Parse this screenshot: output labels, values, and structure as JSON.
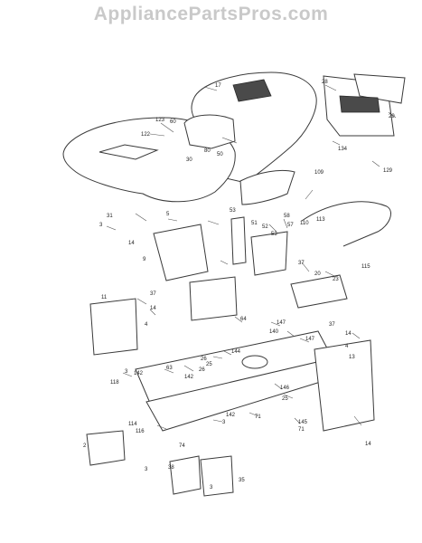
{
  "watermark": "AppliancePartsPros.com",
  "callouts": [
    "17",
    "28",
    "29",
    "134",
    "129",
    "123",
    "60",
    "122",
    "80",
    "50",
    "30",
    "109",
    "110",
    "113",
    "31",
    "3",
    "5",
    "14",
    "9",
    "53",
    "51",
    "52",
    "53",
    "57",
    "58",
    "37",
    "20",
    "23",
    "11",
    "14",
    "4",
    "37",
    "64",
    "147",
    "140",
    "147",
    "14",
    "4",
    "144",
    "26",
    "25",
    "26",
    "142",
    "63",
    "118",
    "3",
    "142",
    "146",
    "25",
    "71",
    "145",
    "71",
    "142",
    "114",
    "116",
    "74",
    "3",
    "2",
    "3",
    "38",
    "35",
    "3",
    "115",
    "37",
    "13",
    "14"
  ],
  "colors": {
    "line": "#3a3a3a",
    "watermark": "#c9c9c9"
  }
}
